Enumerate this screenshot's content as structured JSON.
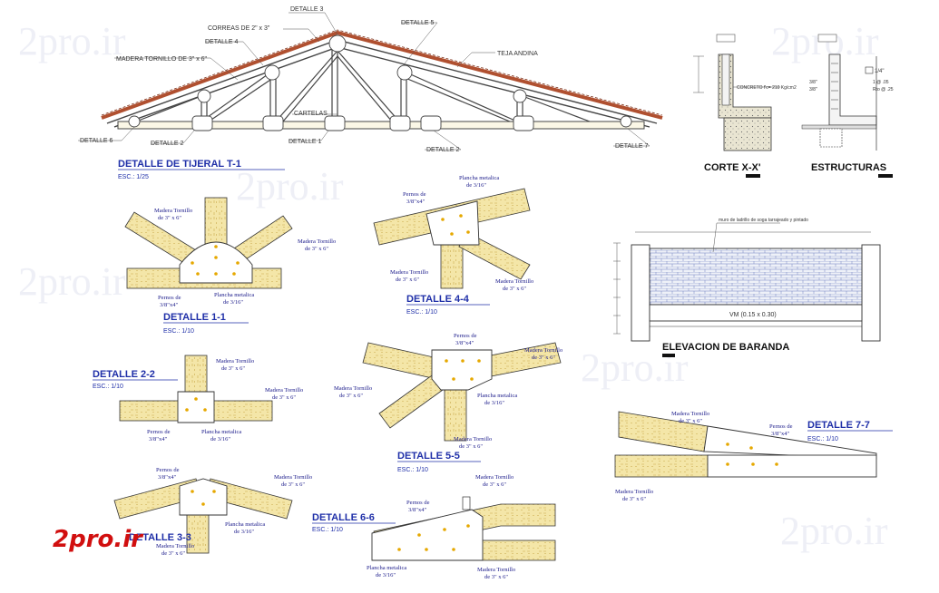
{
  "truss": {
    "labels": {
      "detalle3": "DETALLE 3",
      "correas": "CORREAS DE 2\" x 3\"",
      "detalle4": "DETALLE 4",
      "madera": "MADERA TORNILLO DE 3\" x 6\"",
      "detalle5": "DETALLE 5",
      "teja": "TEJA ANDINA",
      "cartelas": "CARTELAS",
      "detalle6": "DETALLE 6",
      "detalle2a": "DETALLE 2",
      "detalle1": "DETALLE 1",
      "detalle2b": "DETALLE 2",
      "detalle7": "DETALLE 7"
    },
    "title": "DETALLE DE TIJERAL T-1",
    "scale": "ESC.: 1/25"
  },
  "corte": {
    "title": "CORTE X-X'",
    "concreto": "CONCRETO f'c= 210 Kg/cm2",
    "rebar": "1/4\"",
    "note1": "1 @ .05",
    "note2": "Rto @ .25",
    "dim1": "3/8\"",
    "dim2": "3/8\""
  },
  "estructuras": {
    "title": "ESTRUCTURAS"
  },
  "baranda": {
    "title": "ELEVACION DE BARANDA",
    "note": "muro de ladrillo de soga tarrajeado y pintado",
    "beam": "VM (0.15 x 0.30)"
  },
  "detalles": {
    "d11": {
      "title": "DETALLE 1-1",
      "scale": "ESC.: 1/10",
      "mt1": "Madera Tornillo",
      "mt1b": "de 3\" x 6\"",
      "mt2": "Madera Tornillo",
      "mt2b": "de 3\" x 6\"",
      "pernos": "Pernos de",
      "pernosb": "3/8\"x4\"",
      "plancha": "Plancha metalica",
      "planchab": "de 3/16\""
    },
    "d22": {
      "title": "DETALLE 2-2",
      "scale": "ESC.: 1/10",
      "mt1": "Madera Tornillo",
      "mt1b": "de 3\" x 6\"",
      "mt2": "Madera Tornillo",
      "mt2b": "de 3\" x 6\"",
      "pernos": "Pernos de",
      "pernosb": "3/8\"x4\"",
      "plancha": "Plancha metalica",
      "planchab": "de 3/16\""
    },
    "d33": {
      "title": "DETALLE 3-3",
      "pernos": "Pernos de",
      "pernosb": "3/8\"x4\"",
      "mt1": "Madera Tornillo",
      "mt1b": "de 3\" x 6\"",
      "plancha": "Plancha metalica",
      "planchab": "de 3/16\"",
      "mt2": "Madera Tornillo",
      "mt2b": "de 3\" x 6\""
    },
    "d44": {
      "title": "DETALLE 4-4",
      "scale": "ESC.: 1/10",
      "plancha": "Plancha metalica",
      "planchab": "de 3/16\"",
      "pernos": "Pernos de",
      "pernosb": "3/8\"x4\"",
      "mt1": "Madera Tornillo",
      "mt1b": "de 3\" x 6\"",
      "mt2": "Madera Tornillo",
      "mt2b": "de 3\" x 6\""
    },
    "d55": {
      "title": "DETALLE 5-5",
      "scale": "ESC.: 1/10",
      "pernos": "Pernos de",
      "pernosb": "3/8\"x4\"",
      "mt1": "Madera Tornillo",
      "mt1b": "de 3\" x 6\"",
      "mt2": "Madera Tornillo",
      "mt2b": "de 3\" x 6\"",
      "plancha": "Plancha metalica",
      "planchab": "de 3/16\"",
      "mt3": "Madera Tornillo",
      "mt3b": "de 3\" x 6\""
    },
    "d66": {
      "title": "DETALLE 6-6",
      "scale": "ESC.: 1/10",
      "mt1": "Madera Tornillo",
      "mt1b": "de 3\" x 6\"",
      "pernos": "Pernos de",
      "pernosb": "3/8\"x4\"",
      "plancha": "Plancha metalica",
      "planchab": "de 3/16\"",
      "mt2": "Madera Tornillo",
      "mt2b": "de 3\" x 6\""
    },
    "d77": {
      "title": "DETALLE 7-7",
      "scale": "ESC.: 1/10",
      "mt1": "Madera Tornillo",
      "mt1b": "de 3\" x 6\"",
      "pernos": "Pernos de",
      "pernosb": "3/8\"x4\"",
      "mt2": "Madera Tornillo",
      "mt2b": "de 3\" x 6\""
    }
  },
  "watermark": "2pro.ir",
  "logo": "2pro.ir",
  "colors": {
    "title": "#1f2fa8",
    "wood": "#f3e3a0",
    "plate": "#ffffff",
    "roof": "#b05030",
    "logo": "#d10f0f"
  }
}
